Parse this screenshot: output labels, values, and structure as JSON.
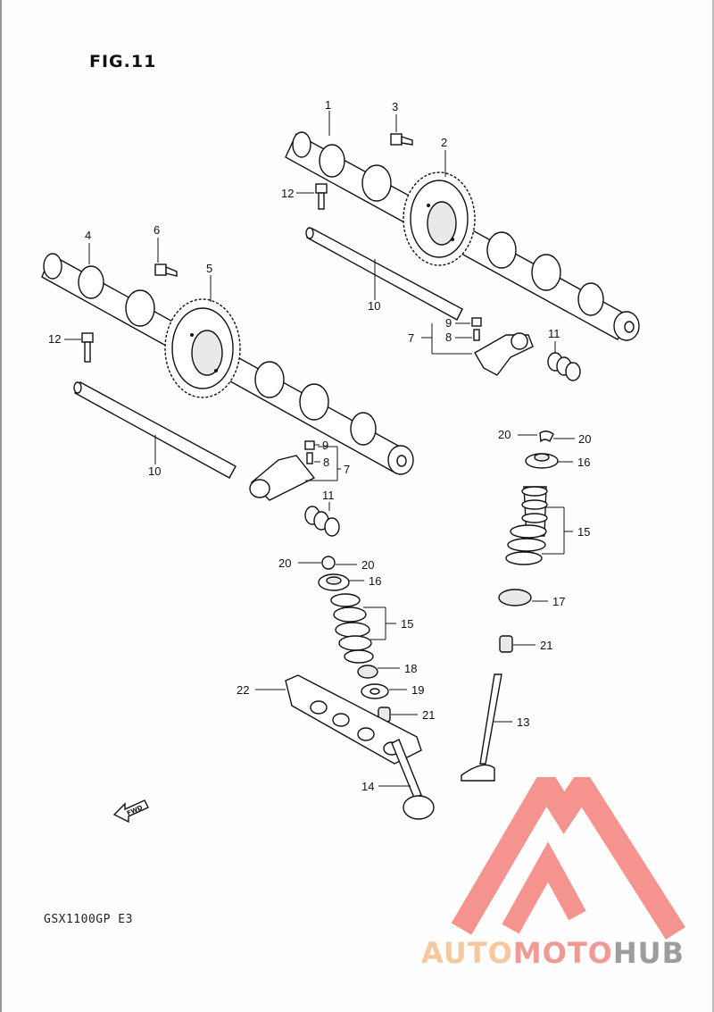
{
  "figure": {
    "title": "FIG.11"
  },
  "model_code": "GSX1100GP E3",
  "fwd_marker": "FWD",
  "watermark": {
    "part1": "AUTO",
    "part2": "MOTO",
    "part3": "HUB"
  },
  "callouts": {
    "c1": "1",
    "c2": "2",
    "c3": "3",
    "c4": "4",
    "c5": "5",
    "c6": "6",
    "c7a": "7",
    "c7b": "7",
    "c8a": "8",
    "c8b": "8",
    "c9a": "9",
    "c9b": "9",
    "c10a": "10",
    "c10b": "10",
    "c11a": "11",
    "c11b": "11",
    "c12a": "12",
    "c12b": "12",
    "c13": "13",
    "c14": "14",
    "c15a": "15",
    "c15b": "15",
    "c16a": "16",
    "c16b": "16",
    "c17": "17",
    "c18": "18",
    "c19": "19",
    "c20a": "20",
    "c20b": "20",
    "c20c": "20",
    "c20d": "20",
    "c21a": "21",
    "c21b": "21",
    "c22": "22"
  },
  "colors": {
    "line": "#111111",
    "wm_auto": "#f7c79e",
    "wm_moto": "#f19a94",
    "wm_hub": "#9d9d9d",
    "wm_logo": "#f2706a"
  }
}
